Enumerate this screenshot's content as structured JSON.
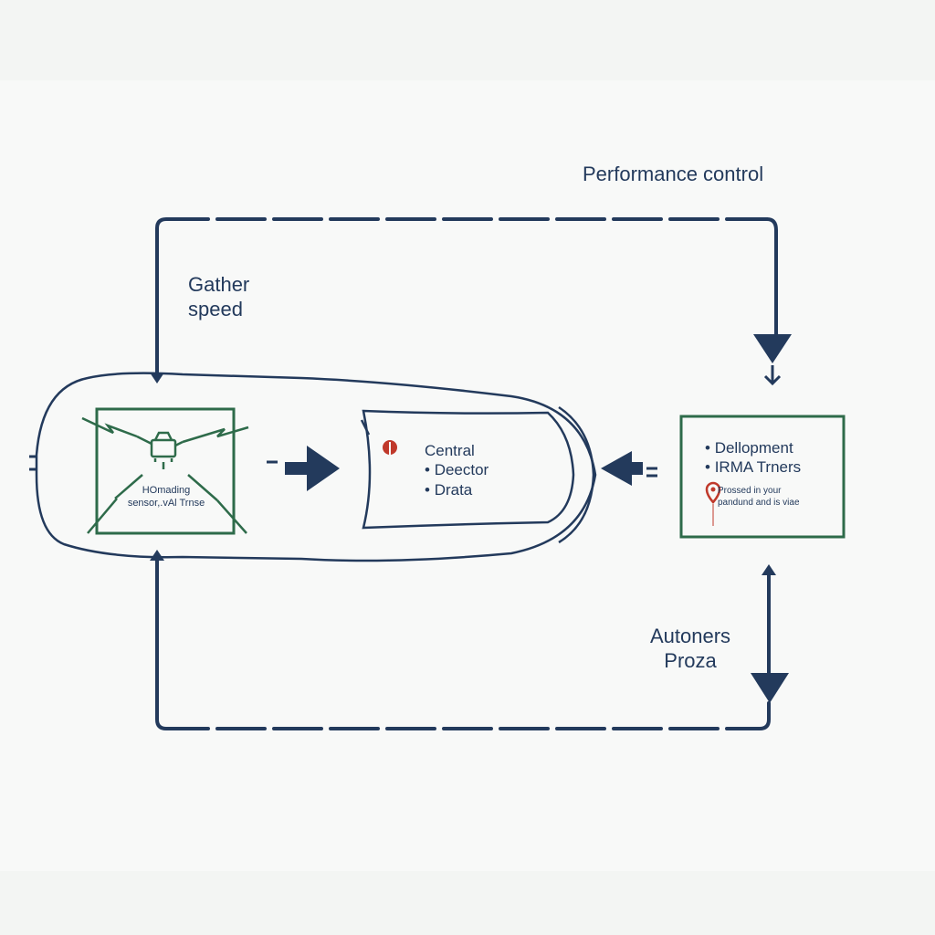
{
  "labels": {
    "performance_control": "Performance control",
    "gather_speed": [
      "Gather",
      "speed"
    ],
    "autonomous": [
      "Autoners",
      "Proza"
    ],
    "sensor_box": [
      "HOmading",
      "sensor,.vAl Trnse"
    ],
    "central": {
      "heading": "Central",
      "bullets": [
        "Deector",
        "Drata"
      ]
    },
    "development": {
      "bullets": [
        "Dellopment",
        "IRMA Trners"
      ],
      "note": [
        "Prossed in your",
        "pandund and is viae"
      ]
    }
  },
  "icons": [
    "car-icon",
    "lightning-icon",
    "pin-icon",
    "location-pin-icon",
    "arrow-right-icon",
    "arrow-left-icon",
    "arrow-down-icon"
  ],
  "colors": {
    "navy": "#233a5c",
    "green": "#2e6b4a",
    "red": "#c0392b",
    "background": "#f8f9f8"
  }
}
